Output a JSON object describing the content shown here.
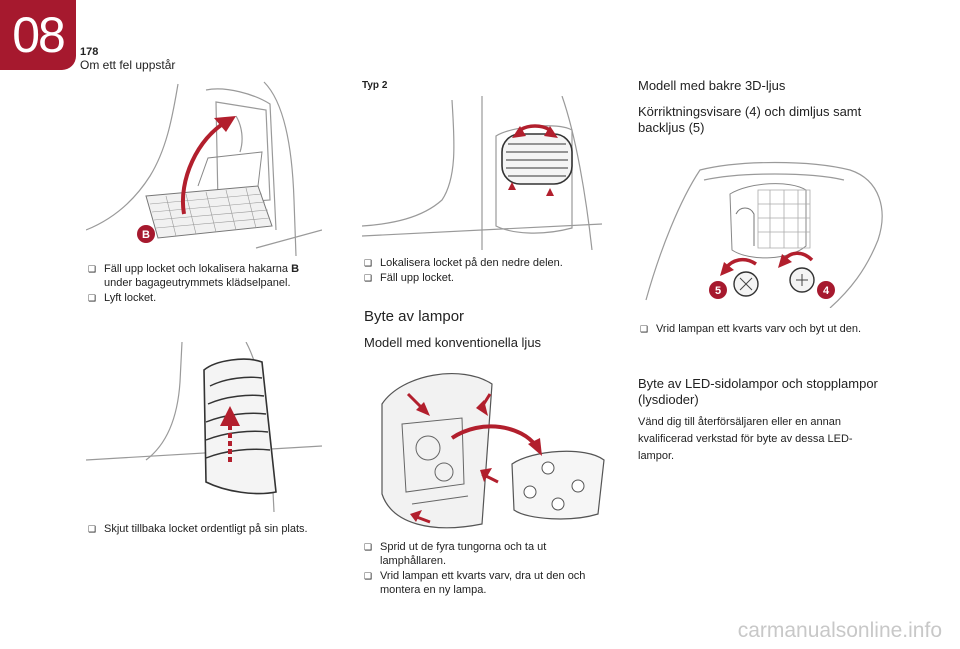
{
  "header": {
    "chapter": "08",
    "page_number": "178",
    "chapter_title": "Om ett fel uppstår"
  },
  "colors": {
    "accent": "#a6192e",
    "line": "#9a9a9a"
  },
  "icons": {
    "bullet": "square-bullet-icon"
  },
  "col1": {
    "fig1_label": "B",
    "bullets1": [
      {
        "pre": "Fäll upp locket och lokalisera hakarna ",
        "bold": "B",
        "post": " under bagageutrymmets klädselpanel."
      },
      {
        "pre": "Lyft locket.",
        "bold": "",
        "post": ""
      }
    ],
    "bullets2": [
      {
        "pre": "Skjut tillbaka locket ordentligt på sin plats."
      }
    ]
  },
  "col2": {
    "typ_label": "Typ 2",
    "bullets1": [
      {
        "pre": "Lokalisera locket på den nedre delen."
      },
      {
        "pre": "Fäll upp locket."
      }
    ],
    "section_title": "Byte av lampor",
    "sub_title": "Modell med konventionella ljus",
    "bullets2": [
      {
        "pre": "Sprid ut de fyra tungorna och ta ut lamphållaren."
      },
      {
        "pre": "Vrid lampan ett kvarts varv, dra ut den och montera en ny lampa."
      }
    ]
  },
  "col3": {
    "sub_title1": "Modell med bakre 3D-ljus",
    "sub_title2": "Körriktningsvisare (4) och dimljus samt backljus (5)",
    "fig_label_5": "5",
    "fig_label_4": "4",
    "bullets1": [
      {
        "pre": "Vrid lampan ett kvarts varv och byt ut den."
      }
    ],
    "sub_title3": "Byte av LED-sidolampor och stopplampor (lysdioder)",
    "paragraph": "Vänd dig till återförsäljaren eller en annan kvalificerad verkstad för byte av dessa LED-lampor."
  },
  "footer": {
    "watermark": "carmanualsonline.info"
  }
}
